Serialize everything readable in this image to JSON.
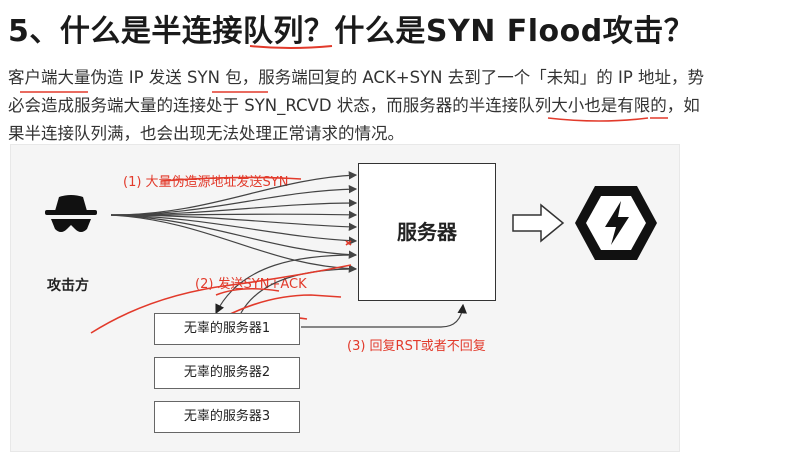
{
  "title": "5、什么是半连接队列？什么是SYN Flood攻击？",
  "paragraph": {
    "lines": [
      "客户端大量伪造 IP 发送 SYN 包，服务端回复的 ACK+SYN 去到了一个「未知」的 IP 地址，势",
      "必会造成服务端大量的连接处于 SYN_RCVD 状态，而服务器的半连接队列大小也是有限的，如",
      "果半连接队列满，也会出现无法处理正常请求的情况。"
    ]
  },
  "diagram": {
    "attacker_label": "攻击方",
    "step1_label": "(1) 大量伪造源地址发送SYN",
    "step2_label": "(2) 发送SYN+ACK",
    "step3_label": "(3) 回复RST或者不回复",
    "server_label": "服务器",
    "innocent_servers": [
      "无辜的服务器1",
      "无辜的服务器2",
      "无辜的服务器3"
    ],
    "colors": {
      "annotation_red": "#e23a2b",
      "line": "#444444",
      "diagram_bg": "#f5f5f5"
    },
    "icons": [
      "spy-icon",
      "lightning-hexagon-icon",
      "hollow-arrow-icon"
    ]
  }
}
